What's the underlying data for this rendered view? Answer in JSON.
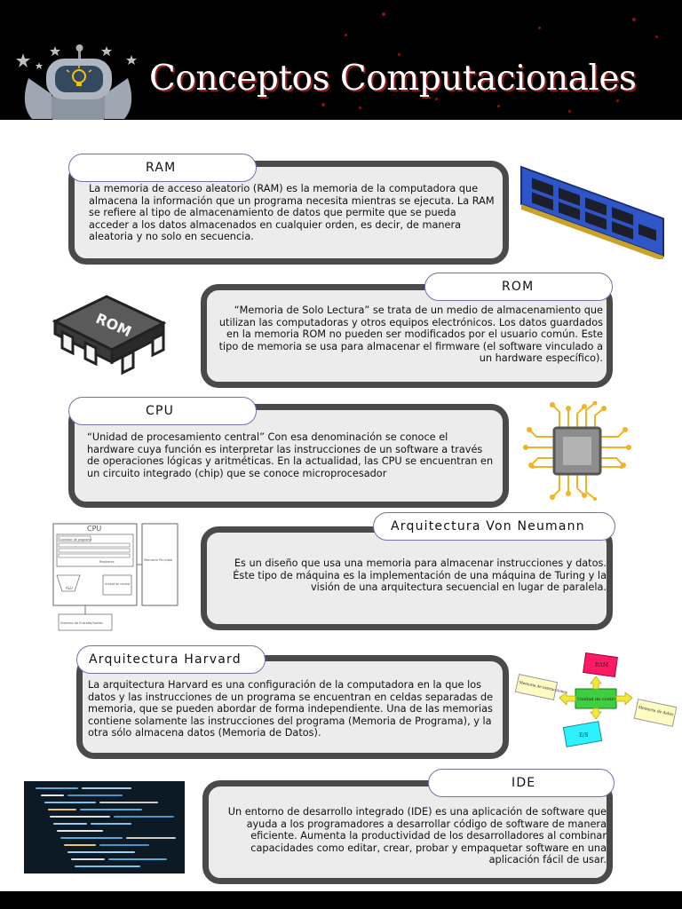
{
  "header": {
    "title": "Conceptos Computacionales"
  },
  "sections": [
    {
      "label": "RAM",
      "text": "La memoria de acceso aleatorio (RAM) es la memoria de la computadora que almacena la información que un programa necesita mientras se ejecuta. La RAM se refiere al tipo de almacenamiento de datos que permite que se pueda acceder a los datos almacenados en cualquier orden, es decir, de manera aleatoria y no solo en secuencia."
    },
    {
      "label": "ROM",
      "text": "“Memoria de Solo Lectura” se trata de un medio de almacenamiento que utilizan las computadoras y otros equipos electrónicos. Los datos guardados en la memoria ROM no pueden ser modificados por el usuario común. Este tipo de memoria se usa para almacenar el firmware (el software vinculado a un hardware específico)."
    },
    {
      "label": "CPU",
      "text": "“Unidad de procesamiento central” Con esa denominación se conoce el hardware cuya función es interpretar las instrucciones de un software a través de operaciones lógicas y aritméticas. En la actualidad, las CPU se encuentran en un circuito integrado (chip) que se conoce microprocesador"
    },
    {
      "label": "Arquitectura Von Neumann",
      "text": "Es un diseño que usa una memoria para almacenar instrucciones y datos. Éste tipo de máquina es la implementación de una máquina de Turing y la visión de una arquitectura secuencial en lugar de paralela."
    },
    {
      "label": "Arquitectura Harvard",
      "text": "La arquitectura Harvard es una configuración de la computadora en la que los datos y las instrucciones de un programa se encuentran en celdas separadas de memoria, que se pueden abordar de forma independiente. Una de las memorias contiene solamente las instrucciones del programa (Memoria de Programa), y la otra sólo almacena datos (Memoria de Datos)."
    },
    {
      "label": "IDE",
      "text": "Un entorno de desarrollo integrado (IDE) es una aplicación de software que ayuda a los programadores a desarrollar código de software de manera eficiente. Aumenta la productividad de los desarrolladores al combinar capacidades como editar, crear, probar y empaquetar software en una aplicación fácil de usar."
    }
  ],
  "images": {
    "rom_chip_label": "ROM",
    "cpu_diagram": {
      "cpu": "CPU",
      "program_counter": "Contador de programa",
      "registers": "Registros",
      "control_unit": "Unidad de control",
      "alu": "ALU",
      "main_memory": "Memoria Principal",
      "io": "Sistema de Entrada/Salida"
    },
    "harvard_diagram": {
      "ram": "RAM",
      "instruction_memory": "Memoria de instrucciones",
      "control_unit": "Unidad de control",
      "data_memory": "Memoria de datos",
      "es": "E/S"
    }
  },
  "colors": {
    "header_bg": "#000000",
    "card_bg": "#ececec",
    "card_border": "#4a4a4a",
    "title_shadow": "#8c1d1d"
  }
}
